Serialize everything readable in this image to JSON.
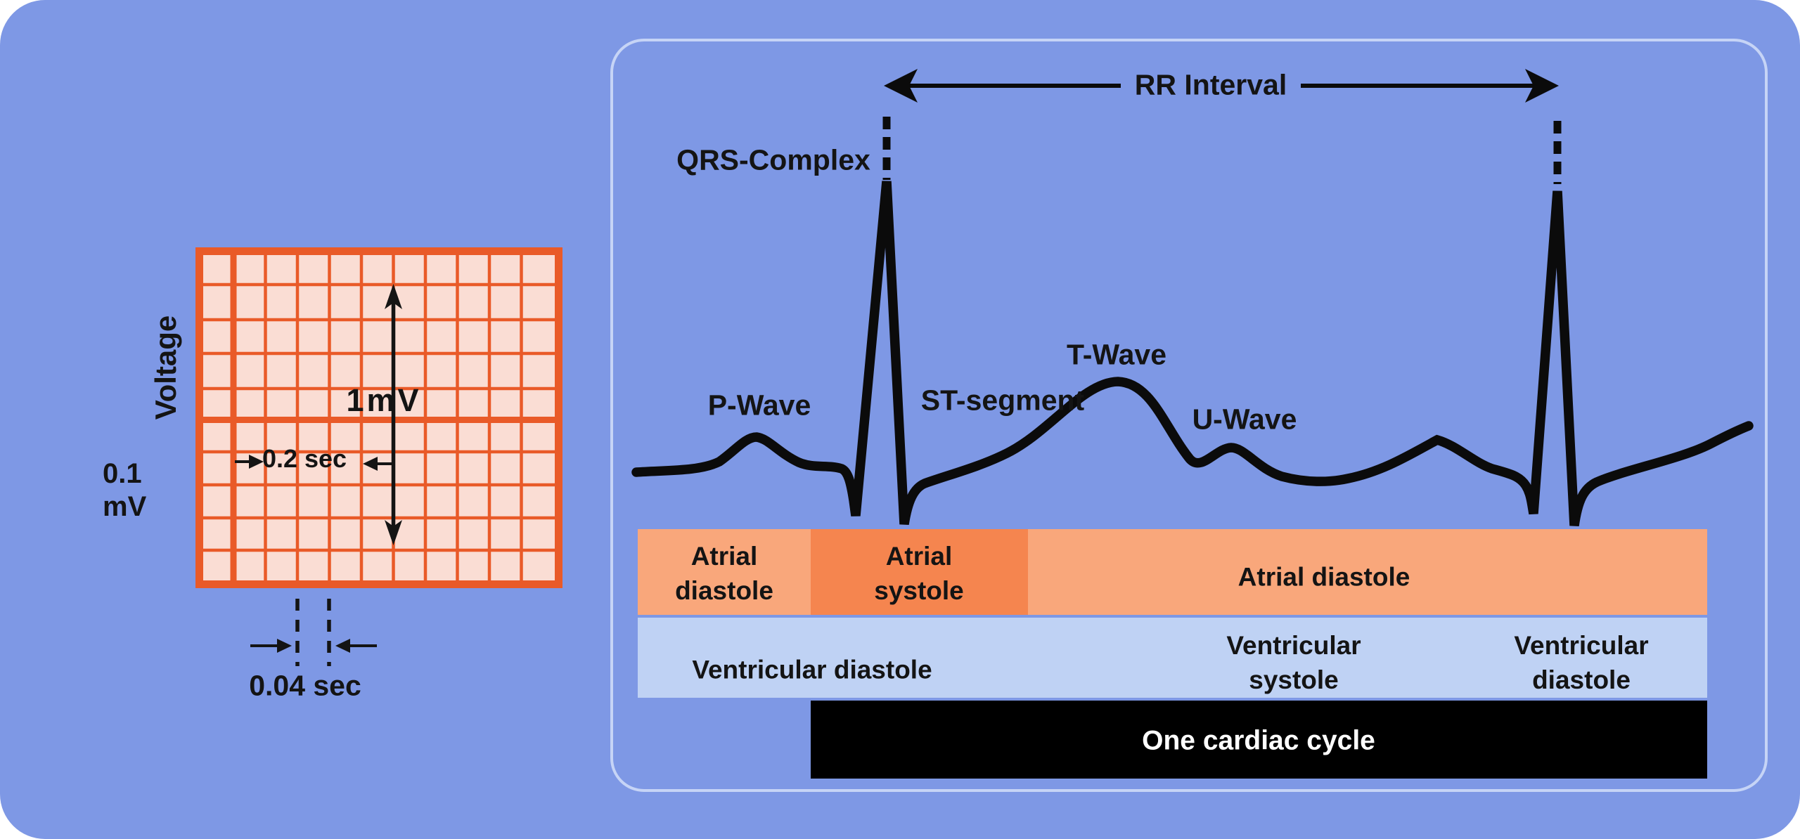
{
  "colors": {
    "page_background": "#FFFFFF",
    "canvas_blue": "#7E98E5",
    "panel_border": "#C6D4F6",
    "grid_fill": "#FADDD4",
    "grid_line_orange": "#E95A28",
    "trace_black": "#0B0B0B",
    "atrial_light_orange": "#F9A77B",
    "atrial_dark_orange": "#F5854F",
    "ventricular_light_blue": "#BFD2F4",
    "cycle_bar_black": "#000000",
    "cycle_bar_text": "#FFFFFF"
  },
  "calibration": {
    "axis_label": "Voltage",
    "small_box_voltage_line1": "0.1",
    "small_box_voltage_line2": "mV",
    "one_mv_label": "1mV",
    "large_box_time": "0.2 sec",
    "small_box_time": "0.04 sec"
  },
  "waveform": {
    "rr_interval": "RR Interval",
    "qrs_complex": "QRS-Complex",
    "p_wave": "P-Wave",
    "st_segment": "ST-segment",
    "t_wave": "T-Wave",
    "u_wave": "U-Wave"
  },
  "phases": {
    "atrial_segments": [
      {
        "lines": [
          "Atrial",
          "diastole"
        ]
      },
      {
        "lines": [
          "Atrial",
          "systole"
        ]
      },
      {
        "lines": [
          "Atrial diastole"
        ]
      }
    ],
    "ventricular_segments": [
      {
        "lines": [
          "Ventricular diastole"
        ]
      },
      {
        "lines": [
          "Ventricular",
          "systole"
        ]
      },
      {
        "lines": [
          "Ventricular",
          "diastole"
        ]
      }
    ],
    "cycle_label": "One cardiac cycle"
  }
}
